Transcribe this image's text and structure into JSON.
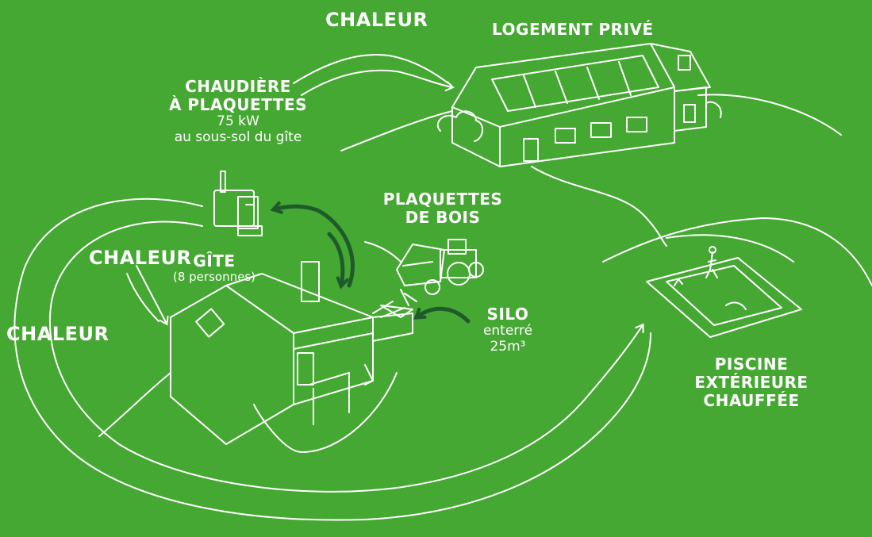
{
  "labels": {
    "chaleur_top": "CHALEUR",
    "logement": "LOGEMENT PRIVÉ",
    "chaudiere_line1": "CHAUDIÈRE",
    "chaudiere_line2": "À PLAQUETTES",
    "chaudiere_power": "75 kW",
    "chaudiere_location": "au sous-sol du gîte",
    "plaquettes_line1": "PLAQUETTES",
    "plaquettes_line2": "DE BOIS",
    "chaleur_left": "CHALEUR",
    "gite": "GÎTE",
    "gite_capacity": "(8 personnes)",
    "chaleur_far_left": "CHALEUR",
    "silo": "SILO",
    "silo_type": "enterré",
    "silo_volume": "25m³",
    "piscine_line1": "PISCINE",
    "piscine_line2": "EXTÉRIEURE",
    "piscine_line3": "CHAUFFÉE"
  },
  "colors": {
    "background": "#45a832",
    "ink": "#ffffff",
    "dark_arrow": "#1f5b2a",
    "roof_dark": "#2f7f26"
  }
}
